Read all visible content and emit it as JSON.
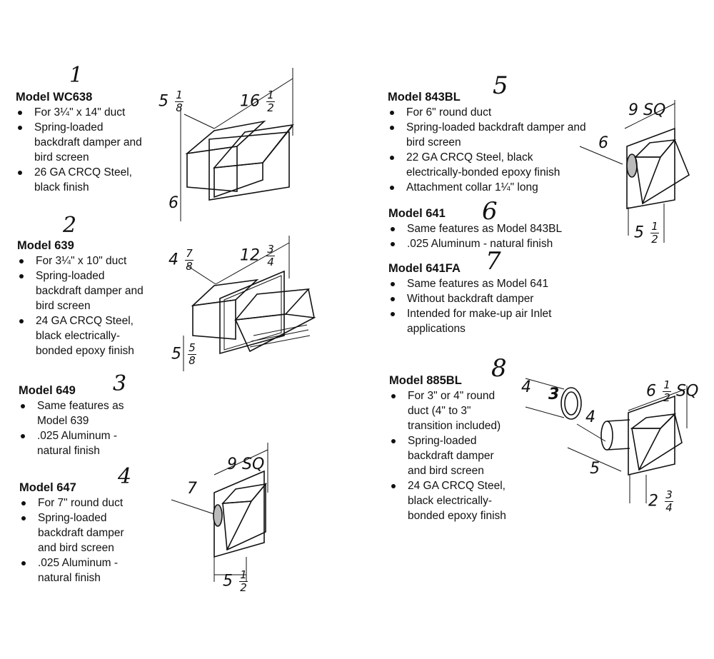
{
  "models": [
    {
      "number": "1",
      "title": "Model WC638",
      "bullets": [
        "For 3¼\" x 14\" duct",
        "Spring-loaded backdraft damper and bird screen",
        "26 GA CRCQ Steel, black finish"
      ]
    },
    {
      "number": "2",
      "title": "Model 639",
      "bullets": [
        "For 3¼\" x 10\" duct",
        "Spring-loaded backdraft damper and bird screen",
        "24 GA CRCQ Steel, black electrically-bonded epoxy finish"
      ]
    },
    {
      "number": "3",
      "title": "Model 649",
      "bullets": [
        "Same features as Model 639",
        ".025 Aluminum - natural finish"
      ]
    },
    {
      "number": "4",
      "title": "Model 647",
      "bullets": [
        "For 7\" round duct",
        "Spring-loaded backdraft damper and bird screen",
        ".025 Aluminum - natural finish"
      ]
    },
    {
      "number": "5",
      "title": "Model 843BL",
      "bullets": [
        "For 6\" round duct",
        "Spring-loaded backdraft damper and bird screen",
        "22 GA CRCQ Steel, black electrically-bonded epoxy finish",
        "Attachment collar 1¼\" long"
      ]
    },
    {
      "number": "6",
      "title": "Model 641",
      "bullets": [
        "Same features as Model 843BL",
        ".025 Aluminum - natural finish"
      ]
    },
    {
      "number": "7",
      "title": "Model 641FA",
      "bullets": [
        "Same features as Model 641",
        "Without backdraft damper",
        "Intended for make-up air Inlet applications"
      ]
    },
    {
      "number": "8",
      "title": "Model 885BL",
      "bullets": [
        "For 3\" or 4\" round duct (4\" to 3\" transition included)",
        "Spring-loaded backdraft damper and bird screen",
        "24 GA CRCQ Steel, black electrically-bonded epoxy finish"
      ]
    }
  ],
  "dimensions": {
    "wc638": {
      "height_whole": "5",
      "height_num": "1",
      "height_den": "8",
      "length_whole": "16",
      "length_num": "1",
      "length_den": "2",
      "depth": "6"
    },
    "m639": {
      "height_whole": "4",
      "height_num": "7",
      "height_den": "8",
      "length_whole": "12",
      "length_num": "3",
      "length_den": "4",
      "depth_whole": "5",
      "depth_num": "5",
      "depth_den": "8"
    },
    "m647": {
      "duct": "7",
      "square": "9 SQ",
      "proj_whole": "5",
      "proj_num": "1",
      "proj_den": "2"
    },
    "m843": {
      "duct": "6",
      "square": "9 SQ",
      "proj_whole": "5",
      "proj_num": "1",
      "proj_den": "2"
    },
    "m885": {
      "collar": "4",
      "transition": "3",
      "duct": "4",
      "length": "5",
      "square_whole": "6",
      "square_num": "1",
      "square_den": "2",
      "square_unit": "SQ",
      "proj_whole": "2",
      "proj_num": "3",
      "proj_den": "4"
    }
  }
}
